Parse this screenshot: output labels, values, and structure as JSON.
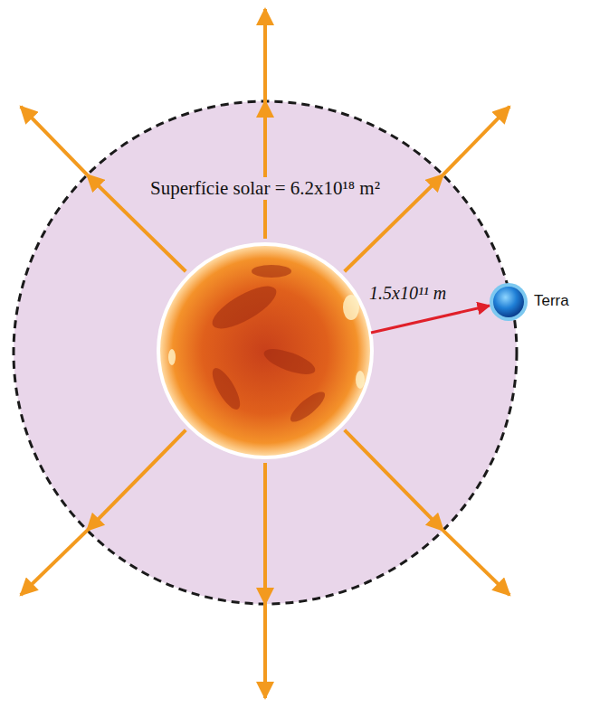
{
  "diagram": {
    "labels": [
      "Superfície solar = 6.2x10¹⁸ m²",
      "1.5x10¹¹ m",
      "Terra"
    ]
  }
}
